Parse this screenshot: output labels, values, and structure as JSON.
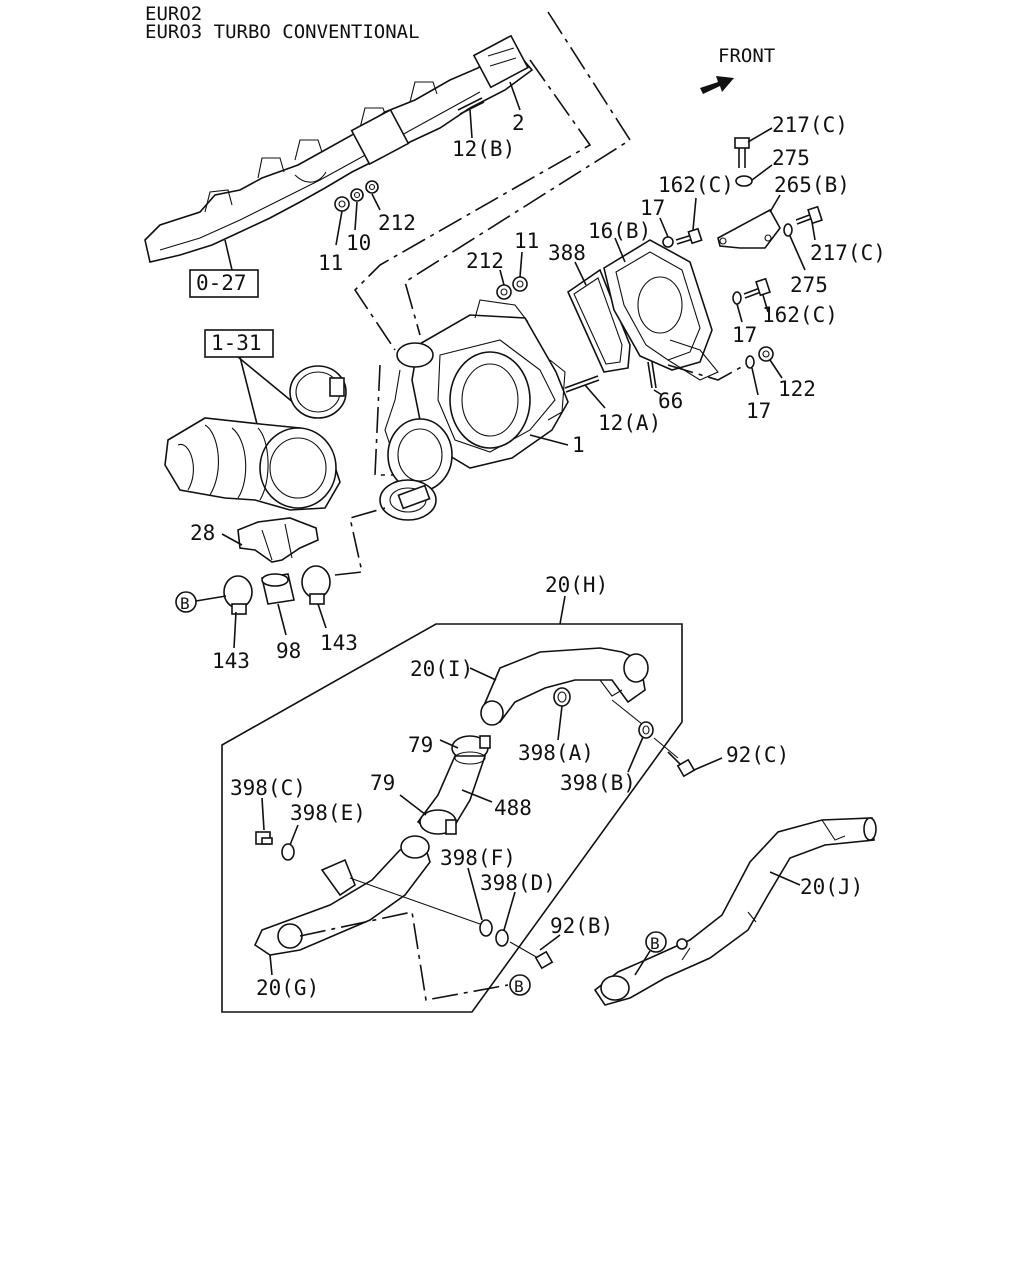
{
  "header": {
    "line1": "EURO2",
    "line2": "EURO3 TURBO CONVENTIONAL"
  },
  "front_label": "FRONT",
  "group_refs": {
    "exhaust_manifold": "0-27",
    "intake_pipe": "1-31"
  },
  "callouts": {
    "p2": "2",
    "p12b": "12(B)",
    "p11a": "11",
    "p10": "10",
    "p212a": "212",
    "p212b": "212",
    "p11b": "11",
    "p388": "388",
    "p16b": "16(B)",
    "p17a": "17",
    "p162c_a": "162(C)",
    "p217c_a": "217(C)",
    "p275a": "275",
    "p265b": "265(B)",
    "p217c_b": "217(C)",
    "p275b": "275",
    "p162c_b": "162(C)",
    "p17b": "17",
    "p66": "66",
    "p12a": "12(A)",
    "p1": "1",
    "p122": "122",
    "p17c": "17",
    "p28": "28",
    "p143a": "143",
    "p98": "98",
    "p143b": "143",
    "p20h": "20(H)",
    "p20i": "20(I)",
    "p79a": "79",
    "p398a": "398(A)",
    "p398b": "398(B)",
    "p92c": "92(C)",
    "p79b": "79",
    "p488": "488",
    "p398c": "398(C)",
    "p398e": "398(E)",
    "p398f": "398(F)",
    "p398d": "398(D)",
    "p92b": "92(B)",
    "p20g": "20(G)",
    "p20j": "20(J)"
  },
  "reference_markers": {
    "b_left": "B",
    "b_bottom": "B",
    "b_right": "B"
  }
}
